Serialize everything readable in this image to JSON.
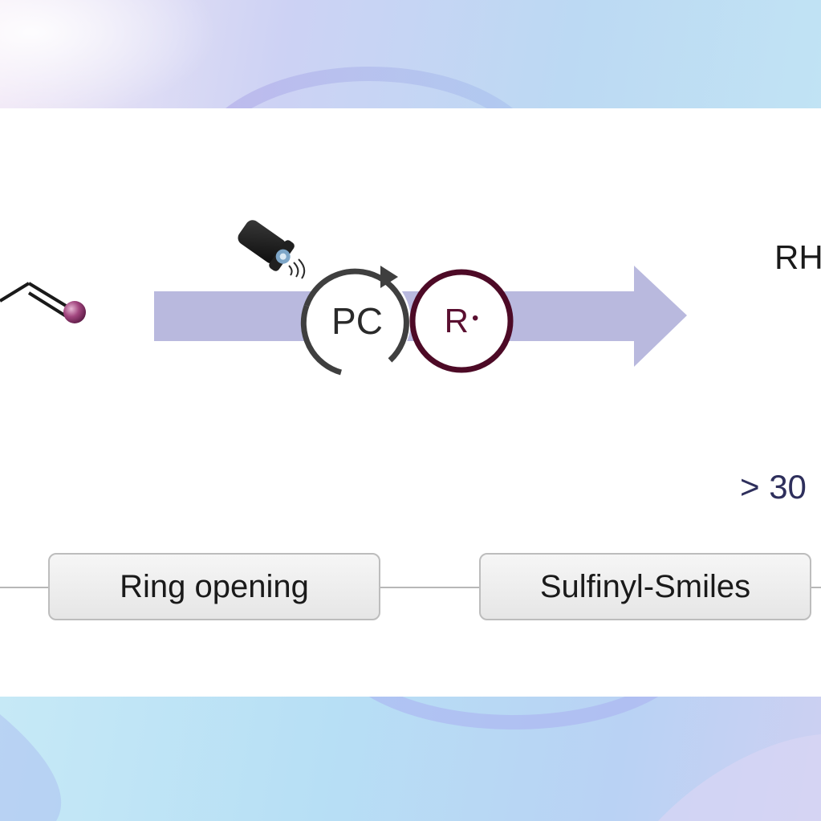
{
  "scheme": {
    "catalyst_label": "PC",
    "radical_label": "R",
    "radical_dot": "•",
    "product_label": "RH",
    "scope_label": "> 30"
  },
  "steps": [
    {
      "label": "Ring opening"
    },
    {
      "label": "Sulfinyl-Smiles"
    }
  ],
  "icons": {
    "light": "flashlight-icon",
    "cycle": "cycle-arrow-icon",
    "reagent": "sphere-substituent-icon"
  },
  "colors": {
    "arrow_fill": "#b9b9de",
    "radical_ring": "#4d0a26",
    "substituent": "#9b3f76",
    "step_border": "#bdbdbd"
  }
}
